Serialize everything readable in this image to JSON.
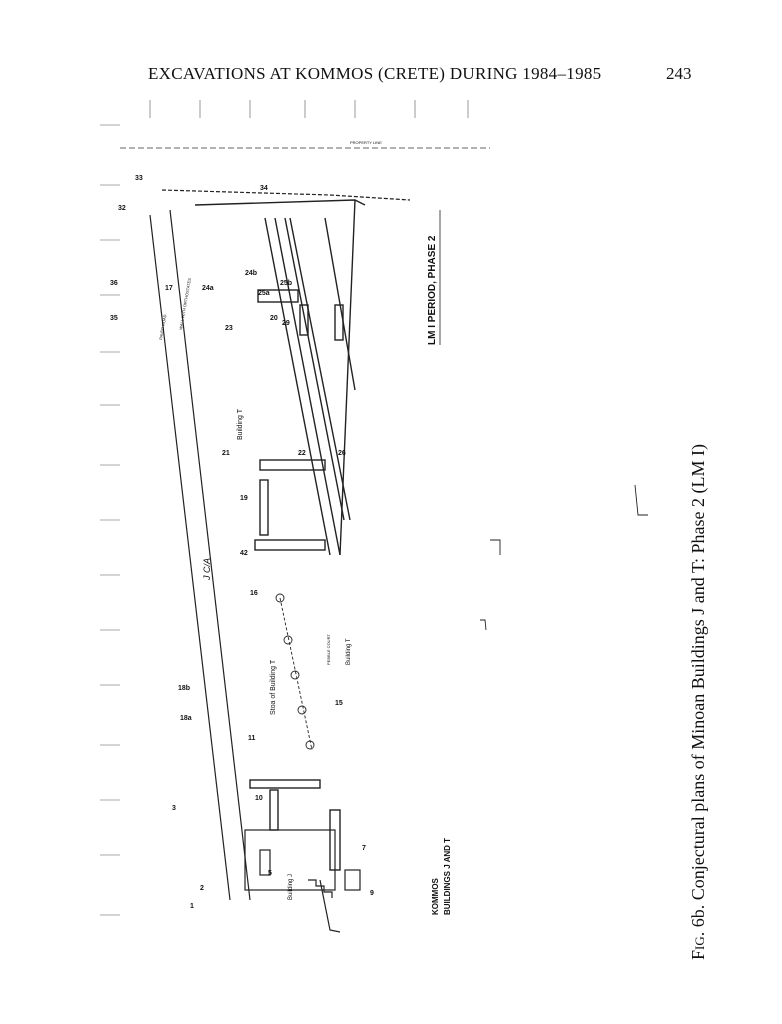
{
  "header": {
    "running_title": "EXCAVATIONS AT KOMMOS (CRETE) DURING 1984–1985",
    "page_number": "243"
  },
  "figure": {
    "plan_title_line1": "KOMMOS",
    "plan_title_line2": "BUILDINGS J AND T",
    "period_label": "LM I PERIOD, PHASE 2",
    "property_line": "PROPERTY LINE",
    "handwritten_note": "J C/A",
    "building_labels": {
      "building_t_north": "Building T",
      "building_t_south": "Building T",
      "stoa": "Stoa of Building T",
      "building_j": "Building J"
    },
    "paved_road": "PAVED ROAD",
    "pebble_court": "PEBBLE COURT",
    "wall_with_orthostates": "WALL WITH ORTHOSTATES",
    "room_numbers": [
      "1",
      "2",
      "3",
      "5",
      "7",
      "9",
      "10",
      "11",
      "15",
      "16",
      "17",
      "18a",
      "18b",
      "19",
      "20",
      "21",
      "22",
      "23",
      "24a",
      "24b",
      "25a",
      "25b",
      "26",
      "29",
      "32",
      "33",
      "34",
      "35",
      "36",
      "42"
    ]
  },
  "caption": {
    "fig_abbr": "Fig.",
    "text": " 6b. Conjectural plans of Minoan Buildings J and T: Phase 2 (LM I)"
  }
}
